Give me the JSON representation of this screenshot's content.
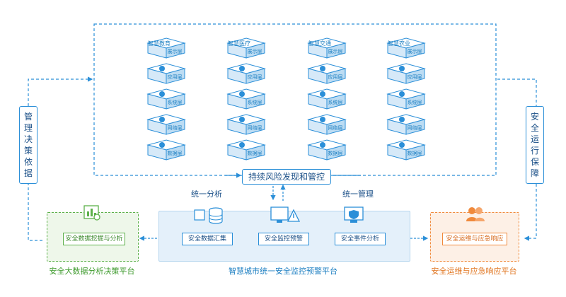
{
  "columns": [
    {
      "title": "智慧教育",
      "layers": [
        "展示层",
        "应用层",
        "系统层",
        "网络层",
        "数据层"
      ]
    },
    {
      "title": "智慧医疗",
      "layers": [
        "展示层",
        "应用层",
        "系统层",
        "网络层",
        "数据层"
      ]
    },
    {
      "title": "智慧交通",
      "layers": [
        "展示层",
        "应用层",
        "系统层",
        "网络层",
        "数据层"
      ]
    },
    {
      "title": "智慧农业",
      "layers": [
        "展示层",
        "应用层",
        "系统层",
        "网络层",
        "数据层"
      ]
    }
  ],
  "center_label": "持续风险发现和管控",
  "left_side_label": [
    "管",
    "理",
    "决",
    "策",
    "依",
    "据"
  ],
  "right_side_label": [
    "安",
    "全",
    "运",
    "行",
    "保",
    "障"
  ],
  "unified_analysis": "统一分析",
  "unified_management": "统一管理",
  "left_platform": {
    "box": "安全数据挖掘与分析",
    "title": "安全大数据分析决策平台"
  },
  "center_platform": {
    "boxes": [
      "安全数据汇集",
      "安全监控预警",
      "安全事件分析"
    ],
    "title": "智慧城市统一安全监控预警平台"
  },
  "right_platform": {
    "box": "安全运维与应急响应",
    "title": "安全运维与应急响应平台"
  },
  "colors": {
    "blue": "#2b8fd8",
    "green": "#5cb04a",
    "orange": "#f08a3c",
    "dark_text": "#1a4f87",
    "light_blue_fill": "#e4f0fa"
  }
}
